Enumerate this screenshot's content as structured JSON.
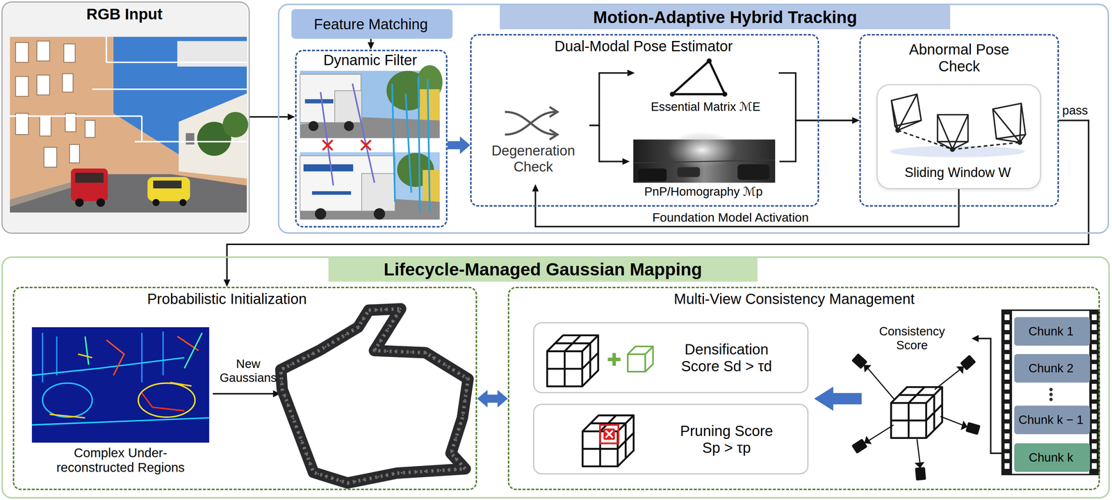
{
  "diagram": {
    "nodes": [
      {
        "text": [
          "RGB Input"
        ]
      },
      {
        "text": [
          "Motion-Adaptive Hybrid Tracking"
        ]
      },
      {
        "text": [
          "Feature Matching"
        ],
        "in": 1
      },
      {
        "text": [
          "Dynamic Filter"
        ],
        "in": 1
      },
      {
        "text": [
          "Dual-Modal Pose Estimator"
        ],
        "in": 1
      },
      {
        "text": [
          "Degeneration Check"
        ],
        "in": 4
      },
      {
        "text": [
          "Essential Matrix ℳE"
        ],
        "in": 4
      },
      {
        "text": [
          "PnP/Homography ℳp"
        ],
        "in": 4
      },
      {
        "text": [
          "Abnormal Pose Check"
        ],
        "in": 1
      },
      {
        "text": [
          "Sliding Window W"
        ],
        "in": 8
      },
      {
        "text": [
          "Lifecycle-Managed Gaussian Mapping"
        ]
      },
      {
        "text": [
          "Probabilistic Initialization"
        ],
        "in": 10
      },
      {
        "text": [
          "Multi-View Consistency Management"
        ],
        "in": 10
      },
      {
        "text": [
          "Densification Score Sd > τd"
        ],
        "in": 12
      },
      {
        "text": [
          "Pruning Score Sp > τp"
        ],
        "in": 12
      },
      {
        "text": [
          "Chunk 1"
        ],
        "in": 12
      },
      {
        "text": [
          "Chunk 2"
        ],
        "in": 12
      },
      {
        "text": [
          "Chunk k − 1"
        ],
        "in": 12
      },
      {
        "text": [
          "Chunk k"
        ],
        "in": 12
      }
    ],
    "edges": [
      {
        "from": 0,
        "to": 3,
        "arrow": "to"
      },
      {
        "from": 2,
        "to": 3,
        "arrow": "to"
      },
      {
        "from": 3,
        "to": 4,
        "arrow": "to"
      },
      {
        "from": 5,
        "to": 6,
        "arrow": "to"
      },
      {
        "from": 5,
        "to": 7,
        "arrow": "to"
      },
      {
        "from": 6,
        "to": 8,
        "arrow": "to"
      },
      {
        "from": 7,
        "to": 8,
        "arrow": "to"
      },
      {
        "from": 9,
        "to": 5,
        "label": "Foundation Model Activation",
        "arrow": "to"
      },
      {
        "from": 8,
        "to": 11,
        "label": "pass",
        "arrow": "to"
      },
      {
        "from": 11,
        "to": 12,
        "arrow": "both"
      }
    ],
    "labels": [
      "New Gaussians",
      "Complex Under-reconstructed Regions",
      "Consistency Score"
    ]
  }
}
